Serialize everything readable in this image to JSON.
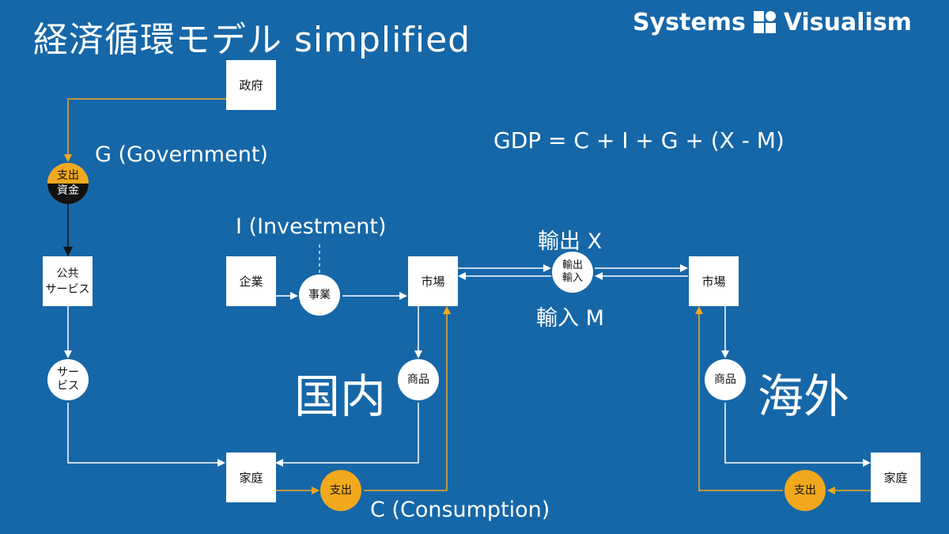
{
  "title": "経済循環モデル simplified",
  "logo": {
    "left": "Systems",
    "right": "Visualism",
    "icon": "logo-squares-icon"
  },
  "formula": "GDP = C + I + G + (X - M)",
  "regions": {
    "domestic": "国内",
    "foreign": "海外"
  },
  "flow_labels": {
    "government": "G (Government)",
    "investment": "I (Investment)",
    "consumption": "C (Consumption)",
    "export": "輸出 X",
    "import": "輸入 M"
  },
  "nodes": {
    "government": "政府",
    "gov_funds_top": "支出",
    "gov_funds_bottom": "資金",
    "public_service": "公共\nサービス",
    "service": "サー\nビス",
    "company": "企業",
    "business": "事業",
    "market_domestic": "市場",
    "trade": "輸出\n輸入",
    "market_foreign": "市場",
    "goods_domestic": "商品",
    "household_domestic": "家庭",
    "spend_domestic": "支出",
    "goods_foreign": "商品",
    "household_foreign": "家庭",
    "spend_foreign": "支出"
  },
  "colors": {
    "background": "#1667a8",
    "orange": "#f2a81d",
    "white": "#ffffff",
    "black": "#111111"
  }
}
